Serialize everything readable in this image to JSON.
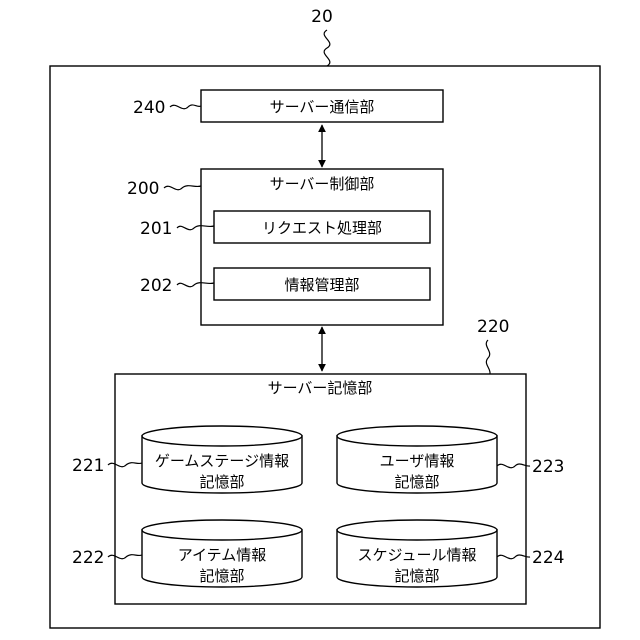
{
  "figure_ref": "20",
  "server": {
    "communication": {
      "ref": "240",
      "label": "サーバー通信部"
    },
    "control": {
      "ref": "200",
      "label": "サーバー制御部",
      "request": {
        "ref": "201",
        "label": "リクエスト処理部"
      },
      "info_mgmt": {
        "ref": "202",
        "label": "情報管理部"
      }
    },
    "storage": {
      "ref": "220",
      "label": "サーバー記憶部",
      "game_stage": {
        "ref": "221",
        "line1": "ゲームステージ情報",
        "line2": "記憶部"
      },
      "item": {
        "ref": "222",
        "line1": "アイテム情報",
        "line2": "記憶部"
      },
      "user": {
        "ref": "223",
        "line1": "ユーザ情報",
        "line2": "記憶部"
      },
      "schedule": {
        "ref": "224",
        "line1": "スケジュール情報",
        "line2": "記憶部"
      }
    }
  }
}
